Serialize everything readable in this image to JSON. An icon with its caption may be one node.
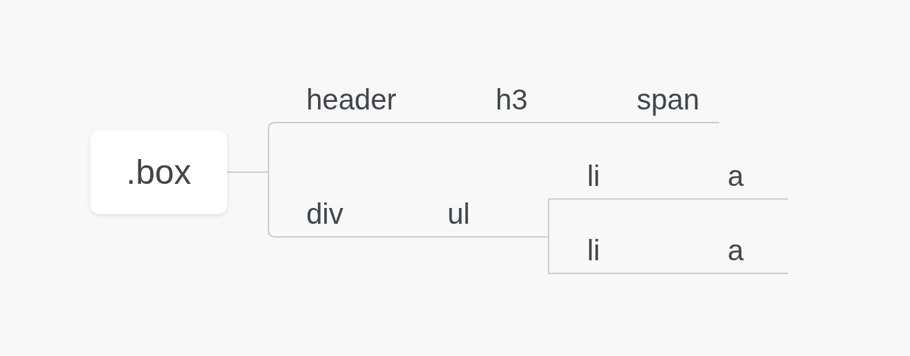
{
  "diagram": {
    "nodes": [
      {
        "text": [
          ".box"
        ]
      },
      {
        "text": [
          "header"
        ]
      },
      {
        "text": [
          "h3"
        ]
      },
      {
        "text": [
          "span"
        ]
      },
      {
        "text": [
          "div"
        ]
      },
      {
        "text": [
          "ul"
        ]
      },
      {
        "text": [
          "li"
        ]
      },
      {
        "text": [
          "a"
        ]
      },
      {
        "text": [
          "li"
        ]
      },
      {
        "text": [
          "a"
        ]
      }
    ],
    "edges": [
      {
        "from": 0,
        "to": 1,
        "arrow": "none"
      },
      {
        "from": 1,
        "to": 2,
        "arrow": "none"
      },
      {
        "from": 2,
        "to": 3,
        "arrow": "none"
      },
      {
        "from": 0,
        "to": 4,
        "arrow": "none"
      },
      {
        "from": 4,
        "to": 5,
        "arrow": "none"
      },
      {
        "from": 5,
        "to": 6,
        "arrow": "none"
      },
      {
        "from": 6,
        "to": 7,
        "arrow": "none"
      },
      {
        "from": 5,
        "to": 8,
        "arrow": "none"
      },
      {
        "from": 8,
        "to": 9,
        "arrow": "none"
      }
    ]
  }
}
